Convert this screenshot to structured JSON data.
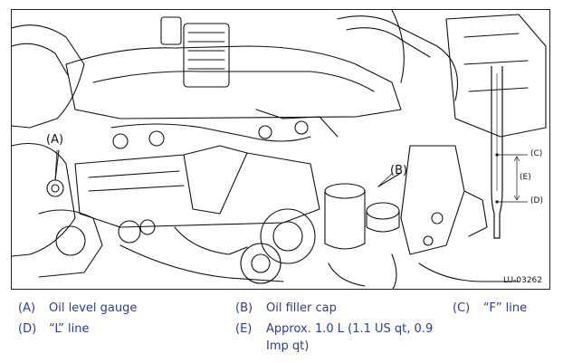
{
  "figure": {
    "code": "LU-03262",
    "callouts": {
      "a": "(A)",
      "b": "(B)"
    },
    "gauge": {
      "c": "(C)",
      "e": "(E)",
      "d": "(D)"
    }
  },
  "legend": [
    {
      "key": "(A)",
      "text": "Oil level gauge"
    },
    {
      "key": "(B)",
      "text": "Oil filler cap"
    },
    {
      "key": "(C)",
      "text": "“F” line"
    },
    {
      "key": "(D)",
      "text": "“L” line"
    },
    {
      "key": "(E)",
      "text": "Approx. 1.0 L (1.1 US qt, 0.9 Imp qt)"
    }
  ],
  "colors": {
    "legend_text": "#2b3d8f",
    "line_art": "#111111"
  }
}
